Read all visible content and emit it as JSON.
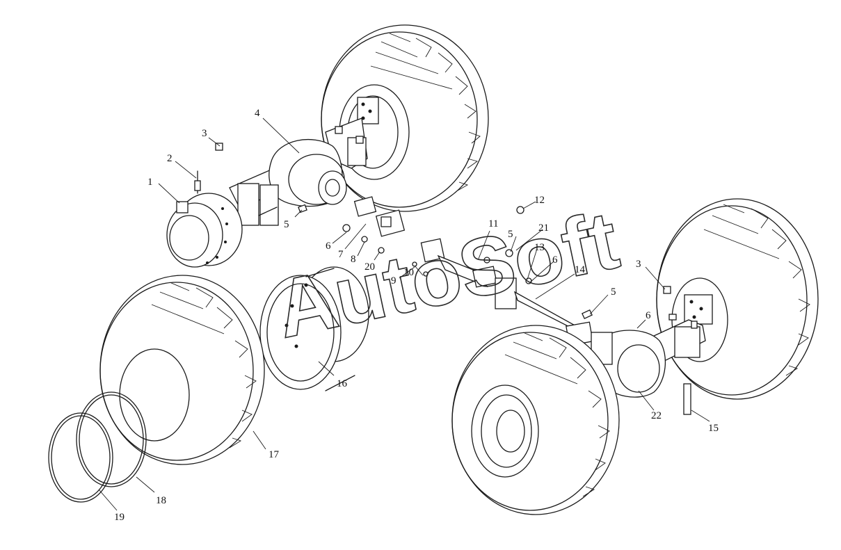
{
  "watermark": "AutoSoft",
  "callouts": [
    {
      "id": "c1",
      "label": "1"
    },
    {
      "id": "c2",
      "label": "2"
    },
    {
      "id": "c3a",
      "label": "3"
    },
    {
      "id": "c4",
      "label": "4"
    },
    {
      "id": "c5a",
      "label": "5"
    },
    {
      "id": "c6a",
      "label": "6"
    },
    {
      "id": "c7",
      "label": "7"
    },
    {
      "id": "c8",
      "label": "8"
    },
    {
      "id": "c20",
      "label": "20"
    },
    {
      "id": "c9",
      "label": "9"
    },
    {
      "id": "c10",
      "label": "10"
    },
    {
      "id": "c11",
      "label": "11"
    },
    {
      "id": "c12",
      "label": "12"
    },
    {
      "id": "c5b",
      "label": "5"
    },
    {
      "id": "c21",
      "label": "21"
    },
    {
      "id": "c13",
      "label": "13"
    },
    {
      "id": "c6b",
      "label": "6"
    },
    {
      "id": "c14",
      "label": "14"
    },
    {
      "id": "c3b",
      "label": "3"
    },
    {
      "id": "c5c",
      "label": "5"
    },
    {
      "id": "c6c",
      "label": "6"
    },
    {
      "id": "c16",
      "label": "16"
    },
    {
      "id": "c17",
      "label": "17"
    },
    {
      "id": "c18",
      "label": "18"
    },
    {
      "id": "c19",
      "label": "19"
    },
    {
      "id": "c22",
      "label": "22"
    },
    {
      "id": "c15",
      "label": "15"
    }
  ]
}
